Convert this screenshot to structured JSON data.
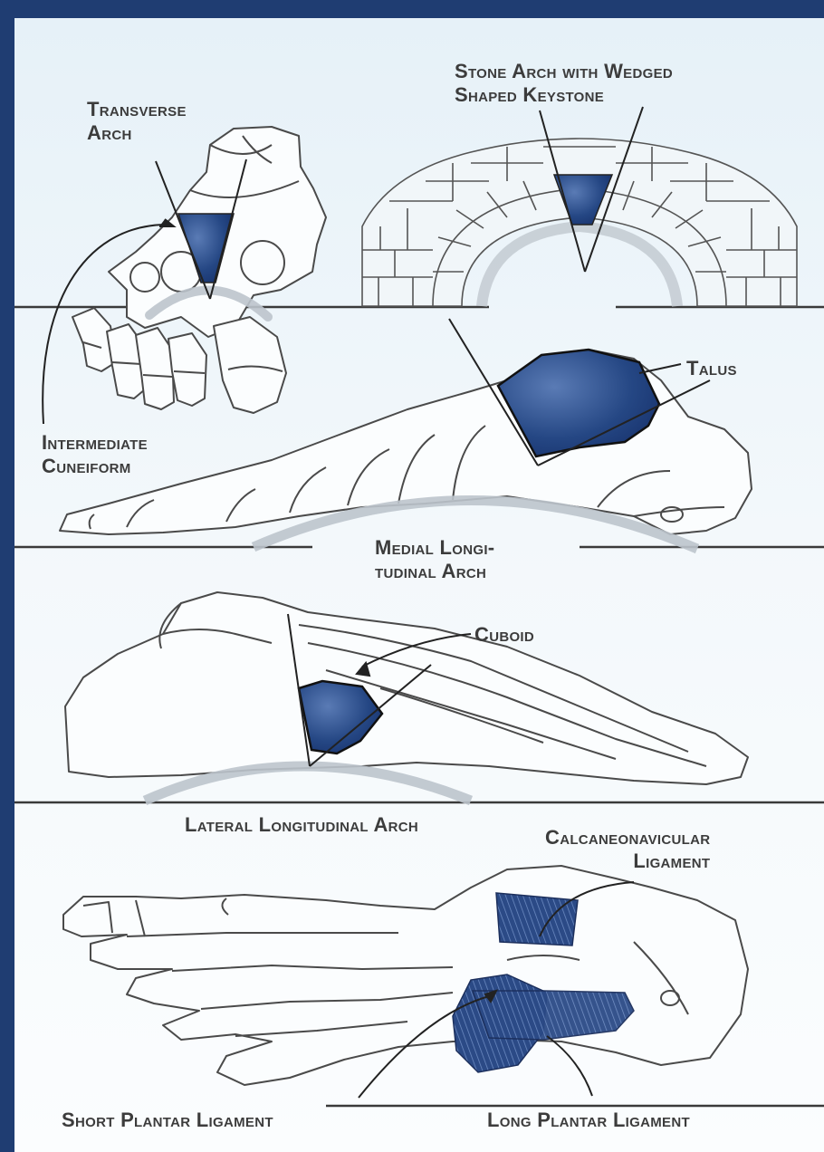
{
  "labels": {
    "transverse_arch": [
      "Transverse",
      "Arch"
    ],
    "stone_arch": [
      "Stone Arch with Wedged",
      "Shaped Keystone"
    ],
    "talus": "Talus",
    "intermediate_cuneiform": [
      "Intermediate",
      "Cuneiform"
    ],
    "medial_longitudinal_arch": [
      "Medial Longi-",
      "tudinal Arch"
    ],
    "cuboid": "Cuboid",
    "lateral_longitudinal_arch": "Lateral Longitudinal Arch",
    "calcaneonavicular_ligament": [
      "Calcaneonavicular",
      "Ligament"
    ],
    "short_plantar_ligament": "Short Plantar Ligament",
    "long_plantar_ligament": "Long Plantar Ligament"
  },
  "colors": {
    "border": "#1f3d72",
    "keystone": "#1f3f7c",
    "ink": "#3c3c3c",
    "arch_shadow": "#bcc4cc"
  }
}
